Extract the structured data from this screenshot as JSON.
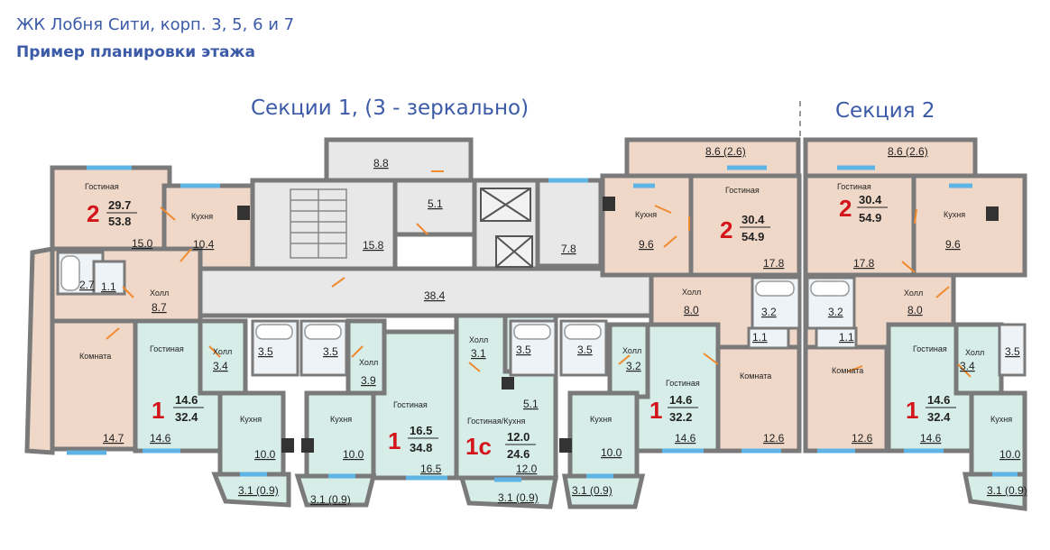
{
  "header": {
    "title": "ЖК Лобня Сити, корп. 3, 5, 6 и 7",
    "subtitle": "Пример планировки этажа"
  },
  "sections": {
    "left": "Секции 1, (3 - зеркально)",
    "right": "Секция 2"
  },
  "common": {
    "stair_top": "8.8",
    "lobby_small": "5.1",
    "stair_room": "15.8",
    "lift_lobby": "7.8",
    "corridor": "38.4"
  },
  "apt_a": {
    "rooms": "2",
    "living": "29.7",
    "total": "53.8",
    "gost_label": "Гостиная",
    "gost": "15.0",
    "kitchen_label": "Кухня",
    "kitchen": "10.4",
    "hall_label": "Холл",
    "hall": "8.7",
    "room_label": "Комната",
    "room": "14.7",
    "bath": "2.7",
    "wc": "1.1"
  },
  "apt_b": {
    "rooms": "1",
    "living": "14.6",
    "total": "32.4",
    "gost_label": "Гостиная",
    "gost": "14.6",
    "hall_label": "Холл",
    "hall": "3.4",
    "bath": "3.5",
    "kitchen_label": "Кухня",
    "kitchen": "10.0",
    "balcony": "3.1 (0.9)"
  },
  "apt_c": {
    "rooms": "1",
    "living": "16.5",
    "total": "34.8",
    "gost_label": "Гостиная",
    "gost": "16.5",
    "hall_label": "Холл",
    "hall": "3.9",
    "bath": "3.5",
    "kitchen_label": "Кухня",
    "kitchen": "10.0",
    "balcony": "3.1 (0.9)"
  },
  "apt_d": {
    "rooms": "1с",
    "living": "12.0",
    "total": "24.6",
    "gost_label": "Гостиная/Кухня",
    "gost": "12.0",
    "hall_label": "Холл",
    "hall": "3.1",
    "bath": "3.5",
    "lobby": "5.1",
    "balcony": "3.1 (0.9)"
  },
  "apt_e": {
    "rooms": "1",
    "living": "14.6",
    "total": "32.2",
    "gost_label": "Гостиная",
    "gost": "14.6",
    "hall_label": "Холл",
    "hall": "3.2",
    "bath": "3.5",
    "kitchen_label": "Кухня",
    "kitchen": "10.0",
    "balcony": "3.1 (0.9)"
  },
  "apt_f": {
    "rooms": "2",
    "living": "30.4",
    "total": "54.9",
    "loggia": "8.6 (2.6)",
    "gost_label": "Гостиная",
    "gost": "17.8",
    "kitchen_label": "Кухня",
    "kitchen": "9.6",
    "hall_label": "Холл",
    "hall": "8.0",
    "bath": "3.2",
    "wc": "1.1",
    "room_label": "Комната",
    "room": "12.6"
  },
  "apt_g": {
    "rooms": "2",
    "living": "30.4",
    "total": "54.9",
    "loggia": "8.6 (2.6)",
    "gost_label": "Гостиная",
    "gost": "17.8",
    "kitchen_label": "Кухня",
    "kitchen": "9.6",
    "hall_label": "Холл",
    "hall": "8.0",
    "bath": "3.2",
    "wc": "1.1",
    "room_label": "Комната",
    "room": "12.6"
  },
  "apt_h": {
    "rooms": "1",
    "living": "14.6",
    "total": "32.4",
    "gost_label": "Гостиная",
    "gost": "14.6",
    "hall_label": "Холл",
    "hall": "3.4",
    "bath": "3.5",
    "kitchen_label": "Кухня",
    "kitchen": "10.0",
    "balcony": "3.1 (0.9)"
  },
  "colors": {
    "apt_two_room": "#f0d8c8",
    "apt_one_room": "#d6ede8",
    "common": "#e8e8e8",
    "wall": "#7a7a7a",
    "window": "#5fb4e6",
    "door": "#f08a2e",
    "rooms_number": "#d4141b",
    "text_blue": "#3b5aa8"
  }
}
